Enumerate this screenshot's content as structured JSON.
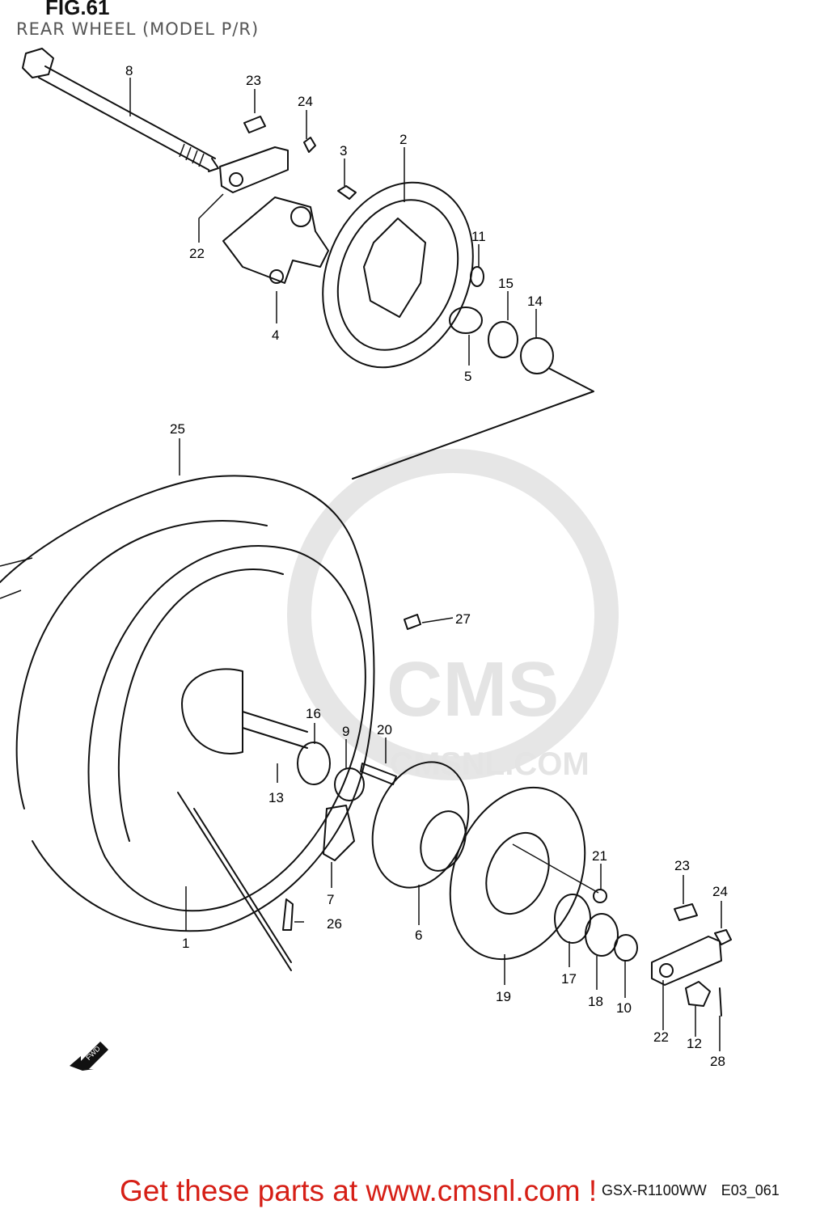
{
  "figure": {
    "number": "FIG.61",
    "subtitle": "REAR WHEEL (MODEL P/R)"
  },
  "callouts": [
    {
      "id": "8",
      "label": "8"
    },
    {
      "id": "23a",
      "label": "23"
    },
    {
      "id": "24a",
      "label": "24"
    },
    {
      "id": "3",
      "label": "3"
    },
    {
      "id": "2",
      "label": "2"
    },
    {
      "id": "22a",
      "label": "22"
    },
    {
      "id": "11",
      "label": "11"
    },
    {
      "id": "15",
      "label": "15"
    },
    {
      "id": "14",
      "label": "14"
    },
    {
      "id": "4",
      "label": "4"
    },
    {
      "id": "5",
      "label": "5"
    },
    {
      "id": "25",
      "label": "25"
    },
    {
      "id": "27",
      "label": "27"
    },
    {
      "id": "16",
      "label": "16"
    },
    {
      "id": "9",
      "label": "9"
    },
    {
      "id": "20",
      "label": "20"
    },
    {
      "id": "13",
      "label": "13"
    },
    {
      "id": "21",
      "label": "21"
    },
    {
      "id": "23b",
      "label": "23"
    },
    {
      "id": "24b",
      "label": "24"
    },
    {
      "id": "7",
      "label": "7"
    },
    {
      "id": "26",
      "label": "26"
    },
    {
      "id": "1",
      "label": "1"
    },
    {
      "id": "6",
      "label": "6"
    },
    {
      "id": "17",
      "label": "17"
    },
    {
      "id": "19",
      "label": "19"
    },
    {
      "id": "18",
      "label": "18"
    },
    {
      "id": "10",
      "label": "10"
    },
    {
      "id": "22b",
      "label": "22"
    },
    {
      "id": "12",
      "label": "12"
    },
    {
      "id": "28",
      "label": "28"
    }
  ],
  "watermark": {
    "brand": "CMS",
    "site": "CMSNL.COM"
  },
  "fwd_label": "FWD",
  "model_code": {
    "model": "GSX-R1100WW",
    "ref": "E03_061"
  },
  "footer": {
    "cta": "Get these parts at www.cmsnl.com !"
  },
  "colors": {
    "line": "#111111",
    "watermark": "#e4e4e4",
    "cta": "#d61f16"
  }
}
